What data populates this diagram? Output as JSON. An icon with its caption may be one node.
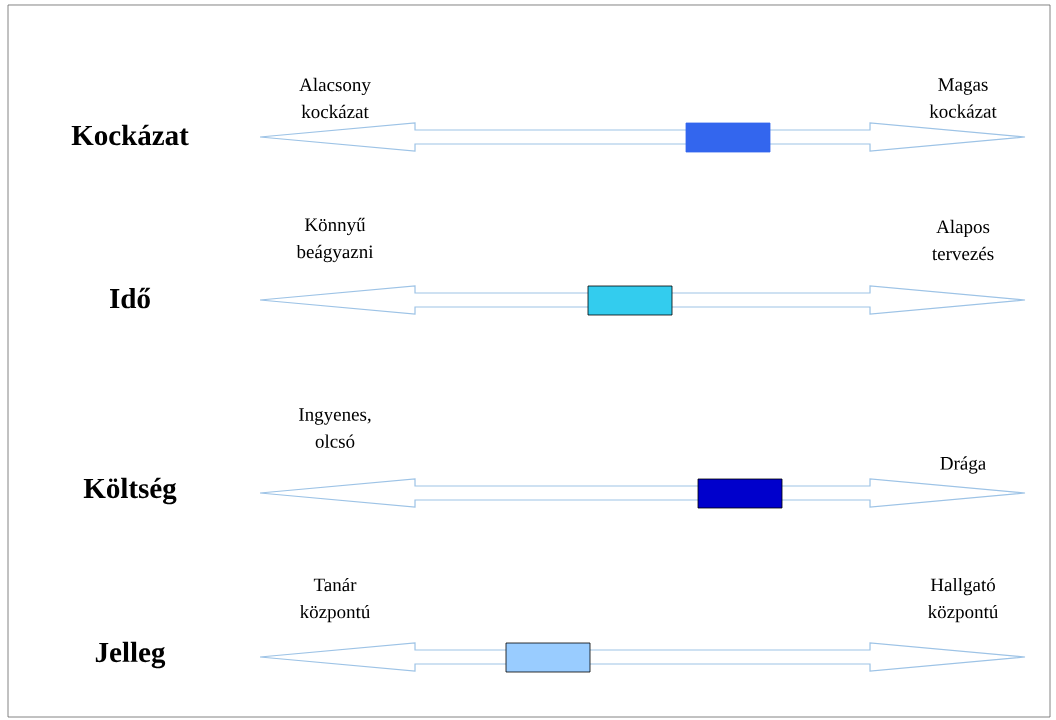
{
  "diagram": {
    "labels": [
      "Alacsony kockázat",
      "Magas kockázat",
      "Kockázat",
      "Könnyű beágyazni",
      "Alapos tervezés",
      "Idő",
      "Ingyenes, olcsó",
      "Drága",
      "Költség",
      "Tanár központú",
      "Hallgató központú",
      "Jelleg"
    ]
  }
}
